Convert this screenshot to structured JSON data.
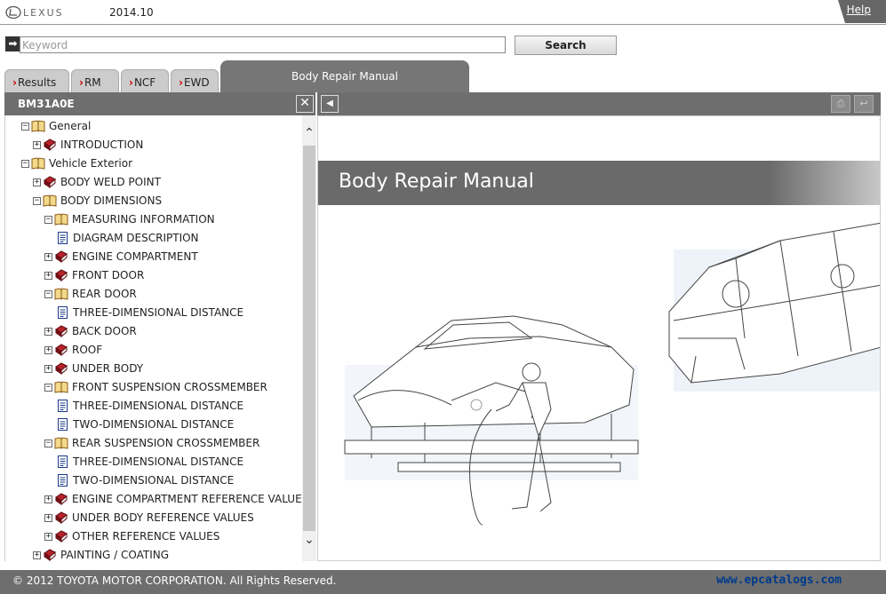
{
  "header": {
    "brand": "LEXUS",
    "version": "2014.10",
    "help_label": "Help"
  },
  "search": {
    "placeholder": "Keyword",
    "button_label": "Search"
  },
  "tabs": [
    {
      "label": "Results"
    },
    {
      "label": "RM"
    },
    {
      "label": "NCF"
    },
    {
      "label": "EWD"
    }
  ],
  "active_tab": {
    "label": "Body Repair Manual"
  },
  "left_panel": {
    "doc_id": "BM31A0E"
  },
  "tree": [
    {
      "label": "General",
      "level": 1,
      "type": "folder-open",
      "expander": "minus"
    },
    {
      "label": "INTRODUCTION",
      "level": 2,
      "type": "book",
      "expander": "plus"
    },
    {
      "label": "Vehicle Exterior",
      "level": 1,
      "type": "folder-open",
      "expander": "minus"
    },
    {
      "label": "BODY WELD POINT",
      "level": 2,
      "type": "book",
      "expander": "plus"
    },
    {
      "label": "BODY DIMENSIONS",
      "level": 2,
      "type": "folder-open",
      "expander": "minus"
    },
    {
      "label": "MEASURING INFORMATION",
      "level": 3,
      "type": "folder-open",
      "expander": "minus"
    },
    {
      "label": "DIAGRAM DESCRIPTION",
      "level": 4,
      "type": "doc",
      "expander": "none"
    },
    {
      "label": "ENGINE COMPARTMENT",
      "level": 3,
      "type": "book",
      "expander": "plus"
    },
    {
      "label": "FRONT DOOR",
      "level": 3,
      "type": "book",
      "expander": "plus"
    },
    {
      "label": "REAR DOOR",
      "level": 3,
      "type": "folder-open",
      "expander": "minus"
    },
    {
      "label": "THREE-DIMENSIONAL DISTANCE",
      "level": 4,
      "type": "doc",
      "expander": "none"
    },
    {
      "label": "BACK DOOR",
      "level": 3,
      "type": "book",
      "expander": "plus"
    },
    {
      "label": "ROOF",
      "level": 3,
      "type": "book",
      "expander": "plus"
    },
    {
      "label": "UNDER BODY",
      "level": 3,
      "type": "book",
      "expander": "plus"
    },
    {
      "label": "FRONT SUSPENSION CROSSMEMBER",
      "level": 3,
      "type": "folder-open",
      "expander": "minus"
    },
    {
      "label": "THREE-DIMENSIONAL DISTANCE",
      "level": 4,
      "type": "doc",
      "expander": "none"
    },
    {
      "label": "TWO-DIMENSIONAL DISTANCE",
      "level": 4,
      "type": "doc",
      "expander": "none"
    },
    {
      "label": "REAR SUSPENSION CROSSMEMBER",
      "level": 3,
      "type": "folder-open",
      "expander": "minus"
    },
    {
      "label": "THREE-DIMENSIONAL DISTANCE",
      "level": 4,
      "type": "doc",
      "expander": "none"
    },
    {
      "label": "TWO-DIMENSIONAL DISTANCE",
      "level": 4,
      "type": "doc",
      "expander": "none"
    },
    {
      "label": "ENGINE COMPARTMENT REFERENCE VALUES",
      "level": 3,
      "type": "book",
      "expander": "plus"
    },
    {
      "label": "UNDER BODY REFERENCE VALUES",
      "level": 3,
      "type": "book",
      "expander": "plus"
    },
    {
      "label": "OTHER REFERENCE VALUES",
      "level": 3,
      "type": "book",
      "expander": "plus"
    },
    {
      "label": "PAINTING / COATING",
      "level": 2,
      "type": "book",
      "expander": "plus"
    }
  ],
  "content": {
    "title": "Body Repair Manual"
  },
  "footer": {
    "copyright": "© 2012 TOYOTA MOTOR CORPORATION. All Rights Reserved.",
    "watermark": "www.epcatalogs.com"
  },
  "colors": {
    "accent_red": "#cc0000",
    "panel_gray": "#6e6e6e",
    "watermark_blue": "#003a8c"
  }
}
